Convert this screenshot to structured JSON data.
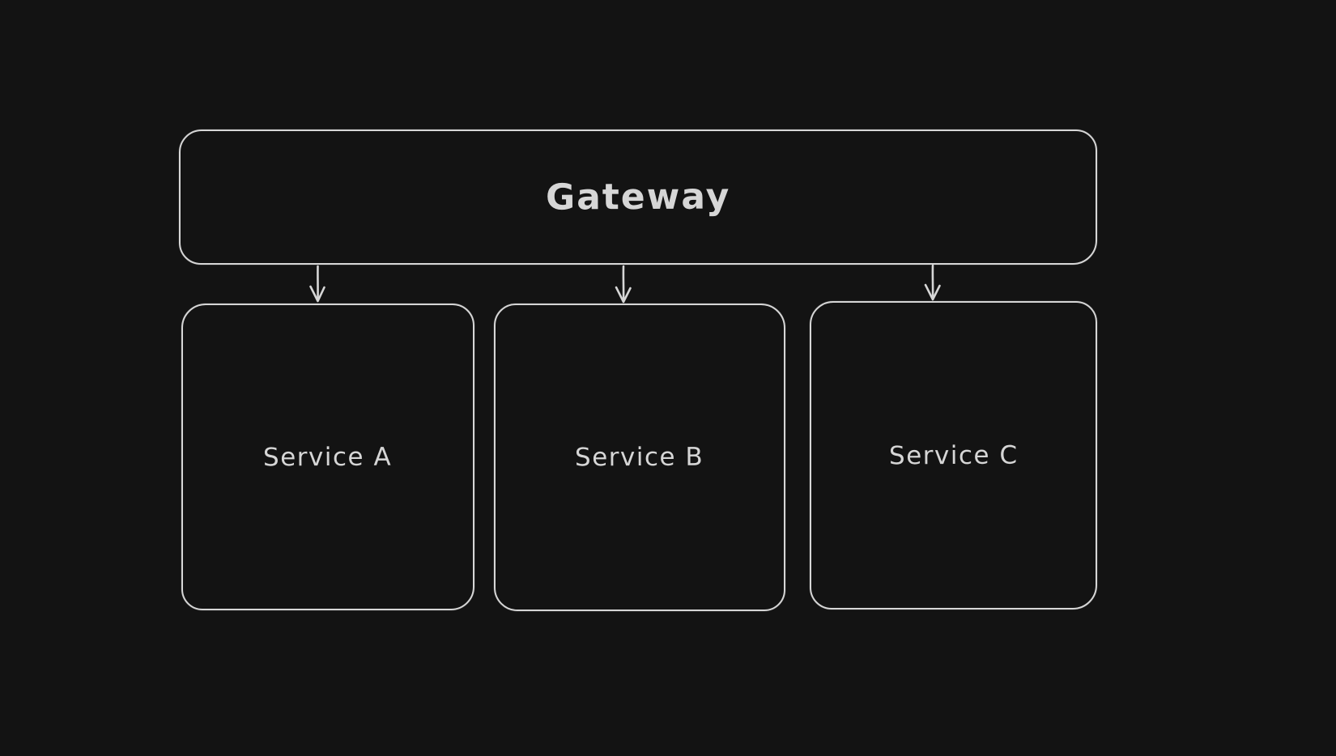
{
  "colors": {
    "background": "#131313",
    "stroke": "#d6d6d6",
    "text": "#d6d6d6"
  },
  "diagram": {
    "type": "architecture-flowchart",
    "style": "hand-drawn",
    "nodes": [
      {
        "id": "gateway",
        "label": "Gateway",
        "shape": "rounded-rectangle",
        "role": "top-level"
      },
      {
        "id": "service-a",
        "label": "Service A",
        "shape": "rounded-rectangle",
        "role": "child"
      },
      {
        "id": "service-b",
        "label": "Service B",
        "shape": "rounded-rectangle",
        "role": "child"
      },
      {
        "id": "service-c",
        "label": "Service C",
        "shape": "rounded-rectangle",
        "role": "child"
      }
    ],
    "edges": [
      {
        "from": "gateway",
        "to": "service-a",
        "type": "arrow",
        "direction": "down"
      },
      {
        "from": "gateway",
        "to": "service-b",
        "type": "arrow",
        "direction": "down"
      },
      {
        "from": "gateway",
        "to": "service-c",
        "type": "arrow",
        "direction": "down"
      }
    ]
  }
}
